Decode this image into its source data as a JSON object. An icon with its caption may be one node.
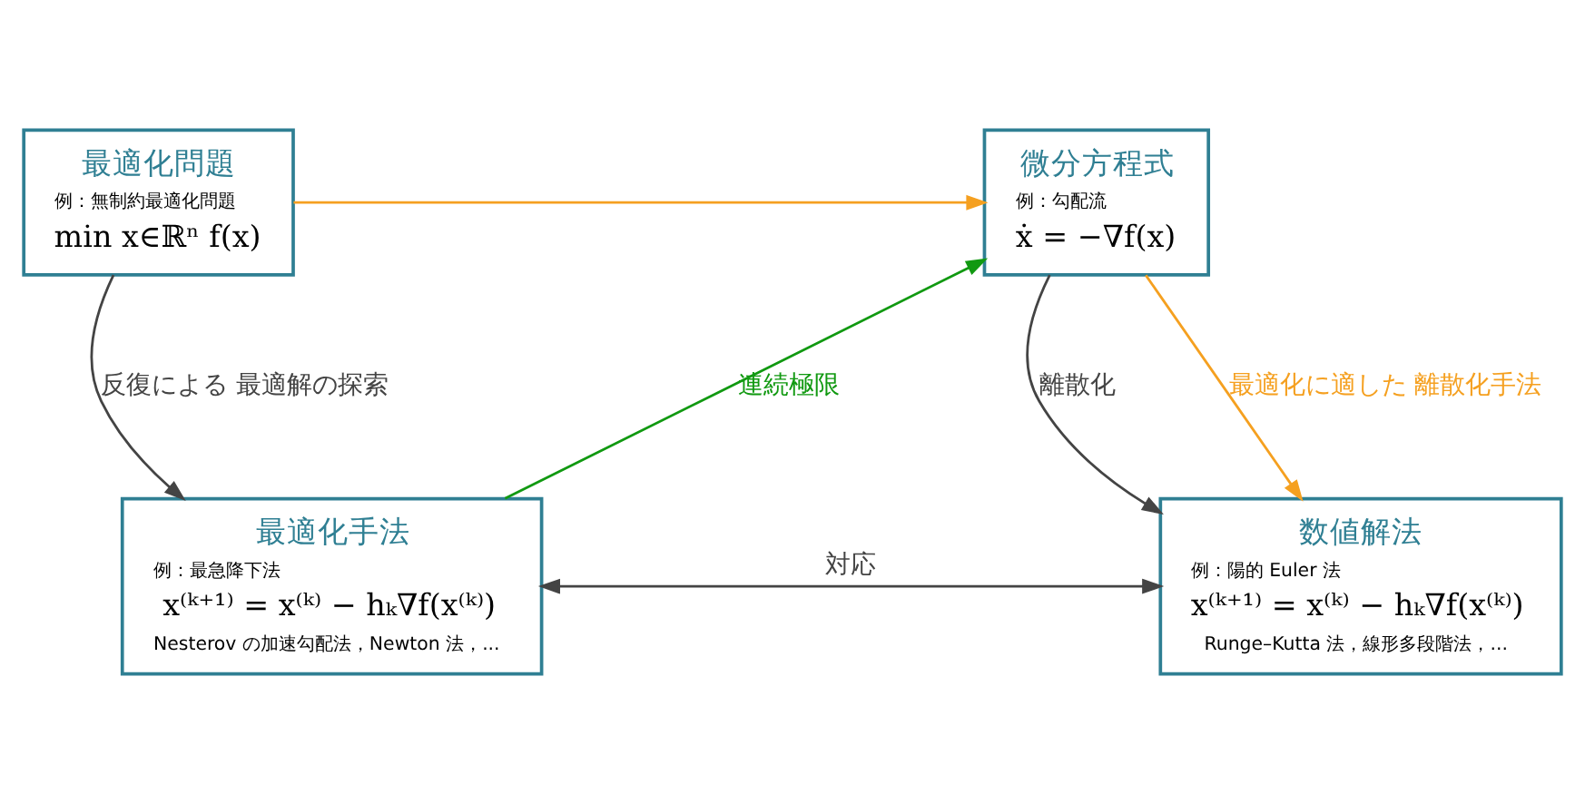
{
  "diagram": {
    "nodes": [
      {
        "text": [
          "最適化問題",
          "例：無制約最適化問題",
          "min x∈ℝⁿ f(x)"
        ]
      },
      {
        "text": [
          "微分方程式",
          "例：勾配流",
          "ẋ = −∇f(x)"
        ]
      },
      {
        "text": [
          "最適化手法",
          "例：最急降下法",
          "x⁽ᵏ⁺¹⁾ = x⁽ᵏ⁾ − hₖ∇f(x⁽ᵏ⁾)",
          "Nesterov の加速勾配法，Newton 法，..."
        ]
      },
      {
        "text": [
          "数値解法",
          "例：陽的 Euler 法",
          "x⁽ᵏ⁺¹⁾ = x⁽ᵏ⁾ − hₖ∇f(x⁽ᵏ⁾)",
          "Runge–Kutta 法，線形多段階法，..."
        ]
      }
    ],
    "edges": [
      {
        "from": 0,
        "to": 1,
        "arrow": "to",
        "color": "#f5a020"
      },
      {
        "from": 0,
        "to": 2,
        "arrow": "to",
        "label": "反復による 最適解の探索"
      },
      {
        "from": 2,
        "to": 1,
        "arrow": "to",
        "label": "連続極限",
        "color": "#119911"
      },
      {
        "from": 1,
        "to": 3,
        "arrow": "to",
        "label": "離散化"
      },
      {
        "from": 1,
        "to": 3,
        "arrow": "to",
        "label": "最適化に適した 離散化手法",
        "color": "#f5a020"
      },
      {
        "from": 2,
        "to": 3,
        "arrow": "both",
        "label": "対応"
      }
    ]
  }
}
